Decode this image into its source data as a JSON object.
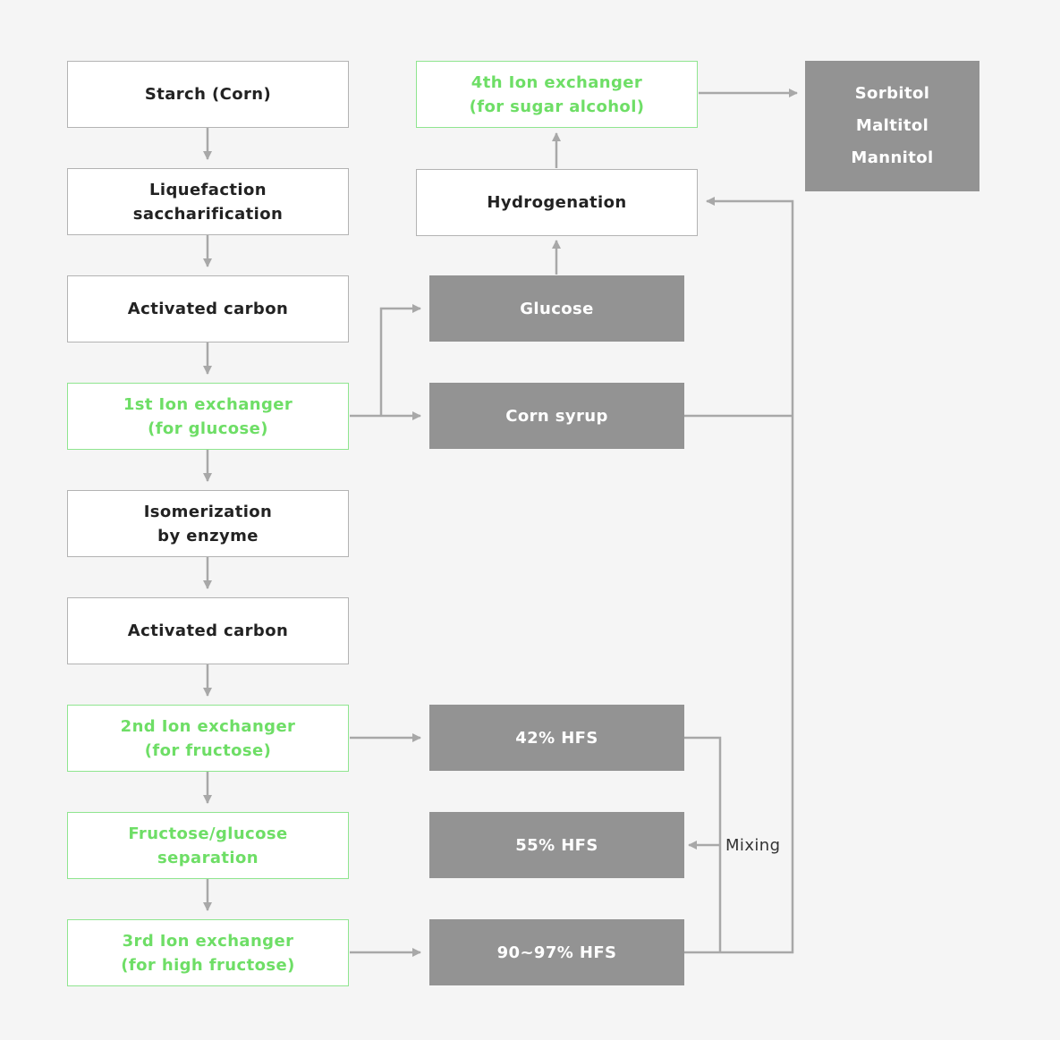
{
  "colors": {
    "background": "#f5f5f5",
    "step_border": "#b3b3b3",
    "ion_exchanger": "#6ede66",
    "product_fill": "#939393",
    "arrow": "#a8a8a8"
  },
  "steps": {
    "starch": [
      "Starch (Corn)"
    ],
    "liquefaction": [
      "Liquefaction",
      "saccharification"
    ],
    "activated_carbon_1": [
      "Activated carbon"
    ],
    "ion_exchanger_1": [
      "1st Ion exchanger",
      "(for glucose)"
    ],
    "isomerization": [
      "Isomerization",
      "by enzyme"
    ],
    "activated_carbon_2": [
      "Activated carbon"
    ],
    "ion_exchanger_2": [
      "2nd Ion exchanger",
      "(for fructose)"
    ],
    "separation": [
      "Fructose/glucose",
      "separation"
    ],
    "ion_exchanger_3": [
      "3rd Ion exchanger",
      "(for high fructose)"
    ],
    "hydrogenation": [
      "Hydrogenation"
    ],
    "ion_exchanger_4": [
      "4th Ion exchanger",
      "(for sugar alcohol)"
    ]
  },
  "products": {
    "glucose": [
      "Glucose"
    ],
    "corn_syrup": [
      "Corn syrup"
    ],
    "hfs_42": [
      "42% HFS"
    ],
    "hfs_55": [
      "55% HFS"
    ],
    "hfs_90": [
      "90~97% HFS"
    ],
    "sugar_alcohols": [
      "Sorbitol",
      "Maltitol",
      "Mannitol"
    ]
  },
  "annotations": {
    "mixing": "Mixing"
  }
}
